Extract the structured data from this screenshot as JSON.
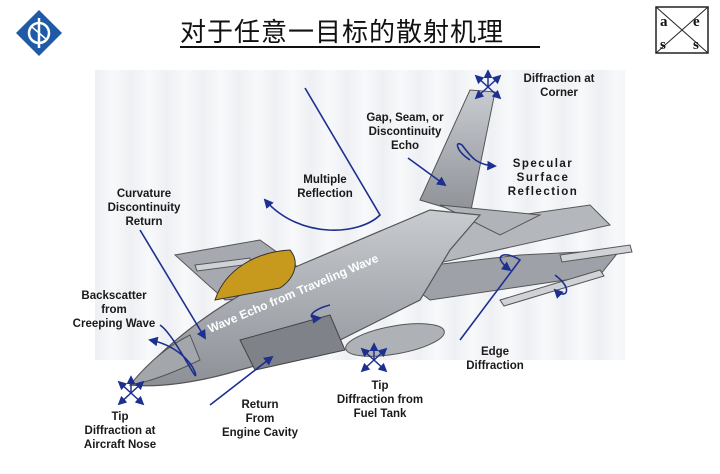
{
  "title": "对于任意一目标的散射机理",
  "logo_right": {
    "letters": [
      "a",
      "e",
      "s",
      "s"
    ]
  },
  "labels": {
    "diffraction_corner": "Diffraction at\nCorner",
    "gap_seam": "Gap, Seam, or\nDiscontinuity\nEcho",
    "specular": "Specular\nSurface\nReflection",
    "multiple_reflection": "Multiple\nReflection",
    "curvature": "Curvature\nDiscontinuity\nReturn",
    "backscatter": "Backscatter\nfrom\nCreeping Wave",
    "traveling_wave": "Wave Echo from Traveling Wave",
    "edge_diffraction": "Edge\nDiffraction",
    "tip_fuel_tank": "Tip\nDiffraction from\nFuel Tank",
    "return_engine": "Return\nFrom\nEngine Cavity",
    "tip_nose": "Tip\nDiffraction at\nAircraft Nose"
  },
  "colors": {
    "arrow": "#1d2f8f",
    "airframe": "#a9adb3",
    "canopy": "#c79a1e"
  }
}
